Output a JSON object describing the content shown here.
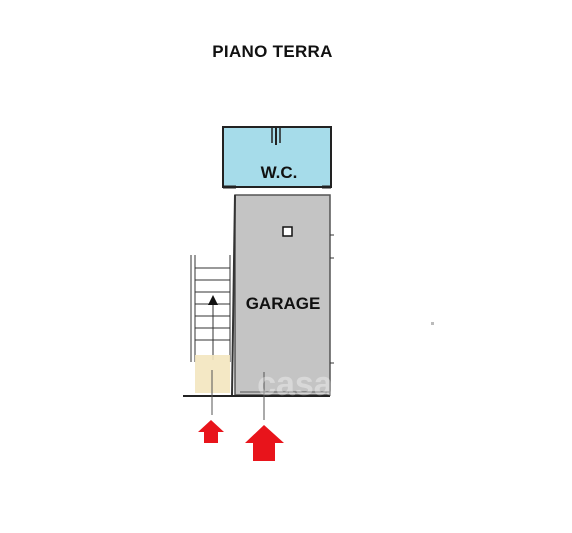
{
  "floor": {
    "title": "PIANO TERRA"
  },
  "rooms": {
    "wc": {
      "label": "W.C.",
      "color": "#a6dcea"
    },
    "garage": {
      "label": "GARAGE",
      "color": "#c4c4c4"
    }
  },
  "watermark": {
    "text": "casa.it"
  },
  "arrows": {
    "color": "#e8141b",
    "items": [
      {
        "name": "entrance-arrow-stairs",
        "icon": "arrow-up-icon"
      },
      {
        "name": "entrance-arrow-garage",
        "icon": "arrow-up-icon"
      }
    ]
  }
}
